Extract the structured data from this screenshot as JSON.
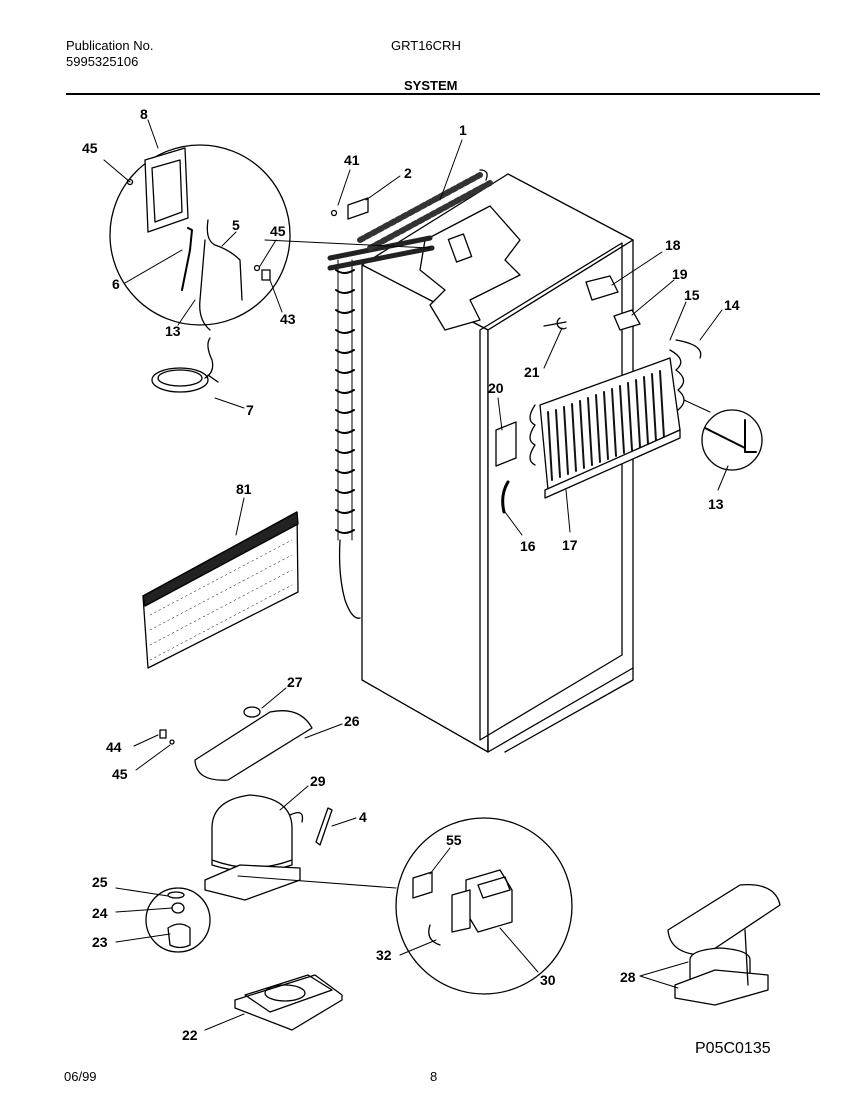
{
  "header": {
    "publication_label": "Publication No.",
    "publication_number": "5995325106",
    "model": "GRT16CRH",
    "section_title": "SYSTEM"
  },
  "callouts": [
    "8",
    "45",
    "5",
    "45",
    "6",
    "13",
    "43",
    "7",
    "41",
    "2",
    "1",
    "18",
    "19",
    "15",
    "14",
    "21",
    "20",
    "13",
    "16",
    "17",
    "81",
    "27",
    "26",
    "44",
    "45",
    "29",
    "4",
    "55",
    "25",
    "24",
    "23",
    "32",
    "30",
    "28",
    "22"
  ],
  "footer": {
    "date": "06/99",
    "page": "8",
    "drawing_code": "P05C0135"
  }
}
